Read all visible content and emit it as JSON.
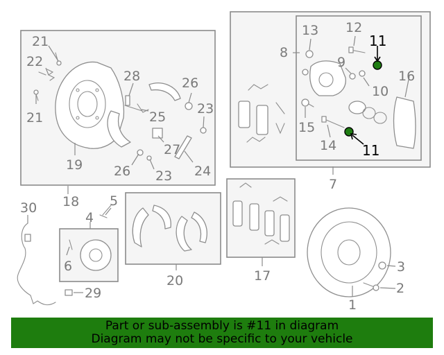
{
  "banner": {
    "line1": "Part or sub-assembly is #11 in diagram",
    "line2": "Diagram may not be specific to your vehicle"
  },
  "colors": {
    "highlight": "#1e7d0e",
    "line": "#8a8a8a"
  },
  "highlighted_part": "11",
  "callouts": {
    "c1": "1",
    "c2": "2",
    "c3": "3",
    "c4": "4",
    "c5": "5",
    "c6": "6",
    "c7": "7",
    "c8": "8",
    "c9": "9",
    "c10": "10",
    "c11a": "11",
    "c11b": "11",
    "c12": "12",
    "c13": "13",
    "c14": "14",
    "c15": "15",
    "c16": "16",
    "c17": "17",
    "c18": "18",
    "c19": "19",
    "c20": "20",
    "c21a": "21",
    "c21b": "21",
    "c22": "22",
    "c23a": "23",
    "c23b": "23",
    "c24": "24",
    "c25": "25",
    "c26a": "26",
    "c26b": "26",
    "c27": "27",
    "c28": "28",
    "c29": "29",
    "c30": "30"
  }
}
